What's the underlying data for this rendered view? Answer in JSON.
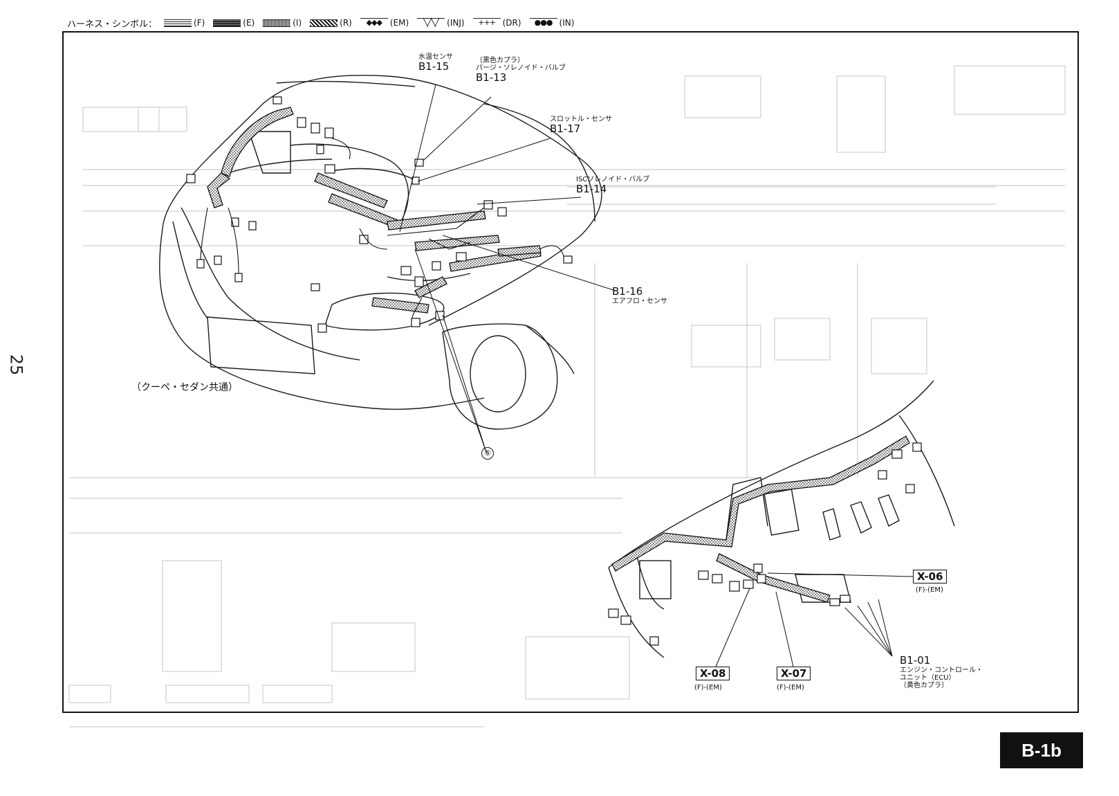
{
  "legend": {
    "label": "ハーネス・シンボル：",
    "items": [
      {
        "code": "(F)",
        "pattern": "fine-stripe"
      },
      {
        "code": "(E)",
        "pattern": "dense-dark"
      },
      {
        "code": "(I)",
        "pattern": "dotted"
      },
      {
        "code": "(R)",
        "pattern": "diagonal"
      },
      {
        "code": "(EM)",
        "symbol": "◆◆◆"
      },
      {
        "code": "(INJ)",
        "symbol": "╲╱╲╱"
      },
      {
        "code": "(DR)",
        "symbol": "+++"
      },
      {
        "code": "(IN)",
        "symbol": "●●●"
      }
    ]
  },
  "page_number": "25",
  "engine_labels": {
    "b1_15": {
      "name": "水温センサ",
      "code": "B1-15"
    },
    "b1_13": {
      "note": "〔黒色カプラ〕",
      "name": "パージ・ソレノイド・バルブ",
      "code": "B1-13"
    },
    "b1_17": {
      "name": "スロットル・センサ",
      "code": "B1-17"
    },
    "b1_14": {
      "name": "ISCソレノイド・バルブ",
      "code": "B1-14"
    },
    "b1_16": {
      "code": "B1-16",
      "name": "エアフロ・センサ"
    },
    "common": "（クーペ・セダン共通）",
    "ground": "⑥"
  },
  "dash_labels": {
    "x06": {
      "code": "X-06",
      "sub": "(F)-(EM)"
    },
    "x08": {
      "code": "X-08",
      "sub": "(F)-(EM)"
    },
    "x07": {
      "code": "X-07",
      "sub": "(F)-(EM)"
    },
    "b1_01": {
      "code": "B1-01",
      "line1": "エンジン・コントロール・",
      "line2": "ユニット（ECU）",
      "line3": "〔黄色カプラ〕"
    }
  },
  "badge": "B-1b",
  "colors": {
    "ink": "#111111",
    "ghost": "#cfcfcf",
    "paper": "#ffffff"
  }
}
